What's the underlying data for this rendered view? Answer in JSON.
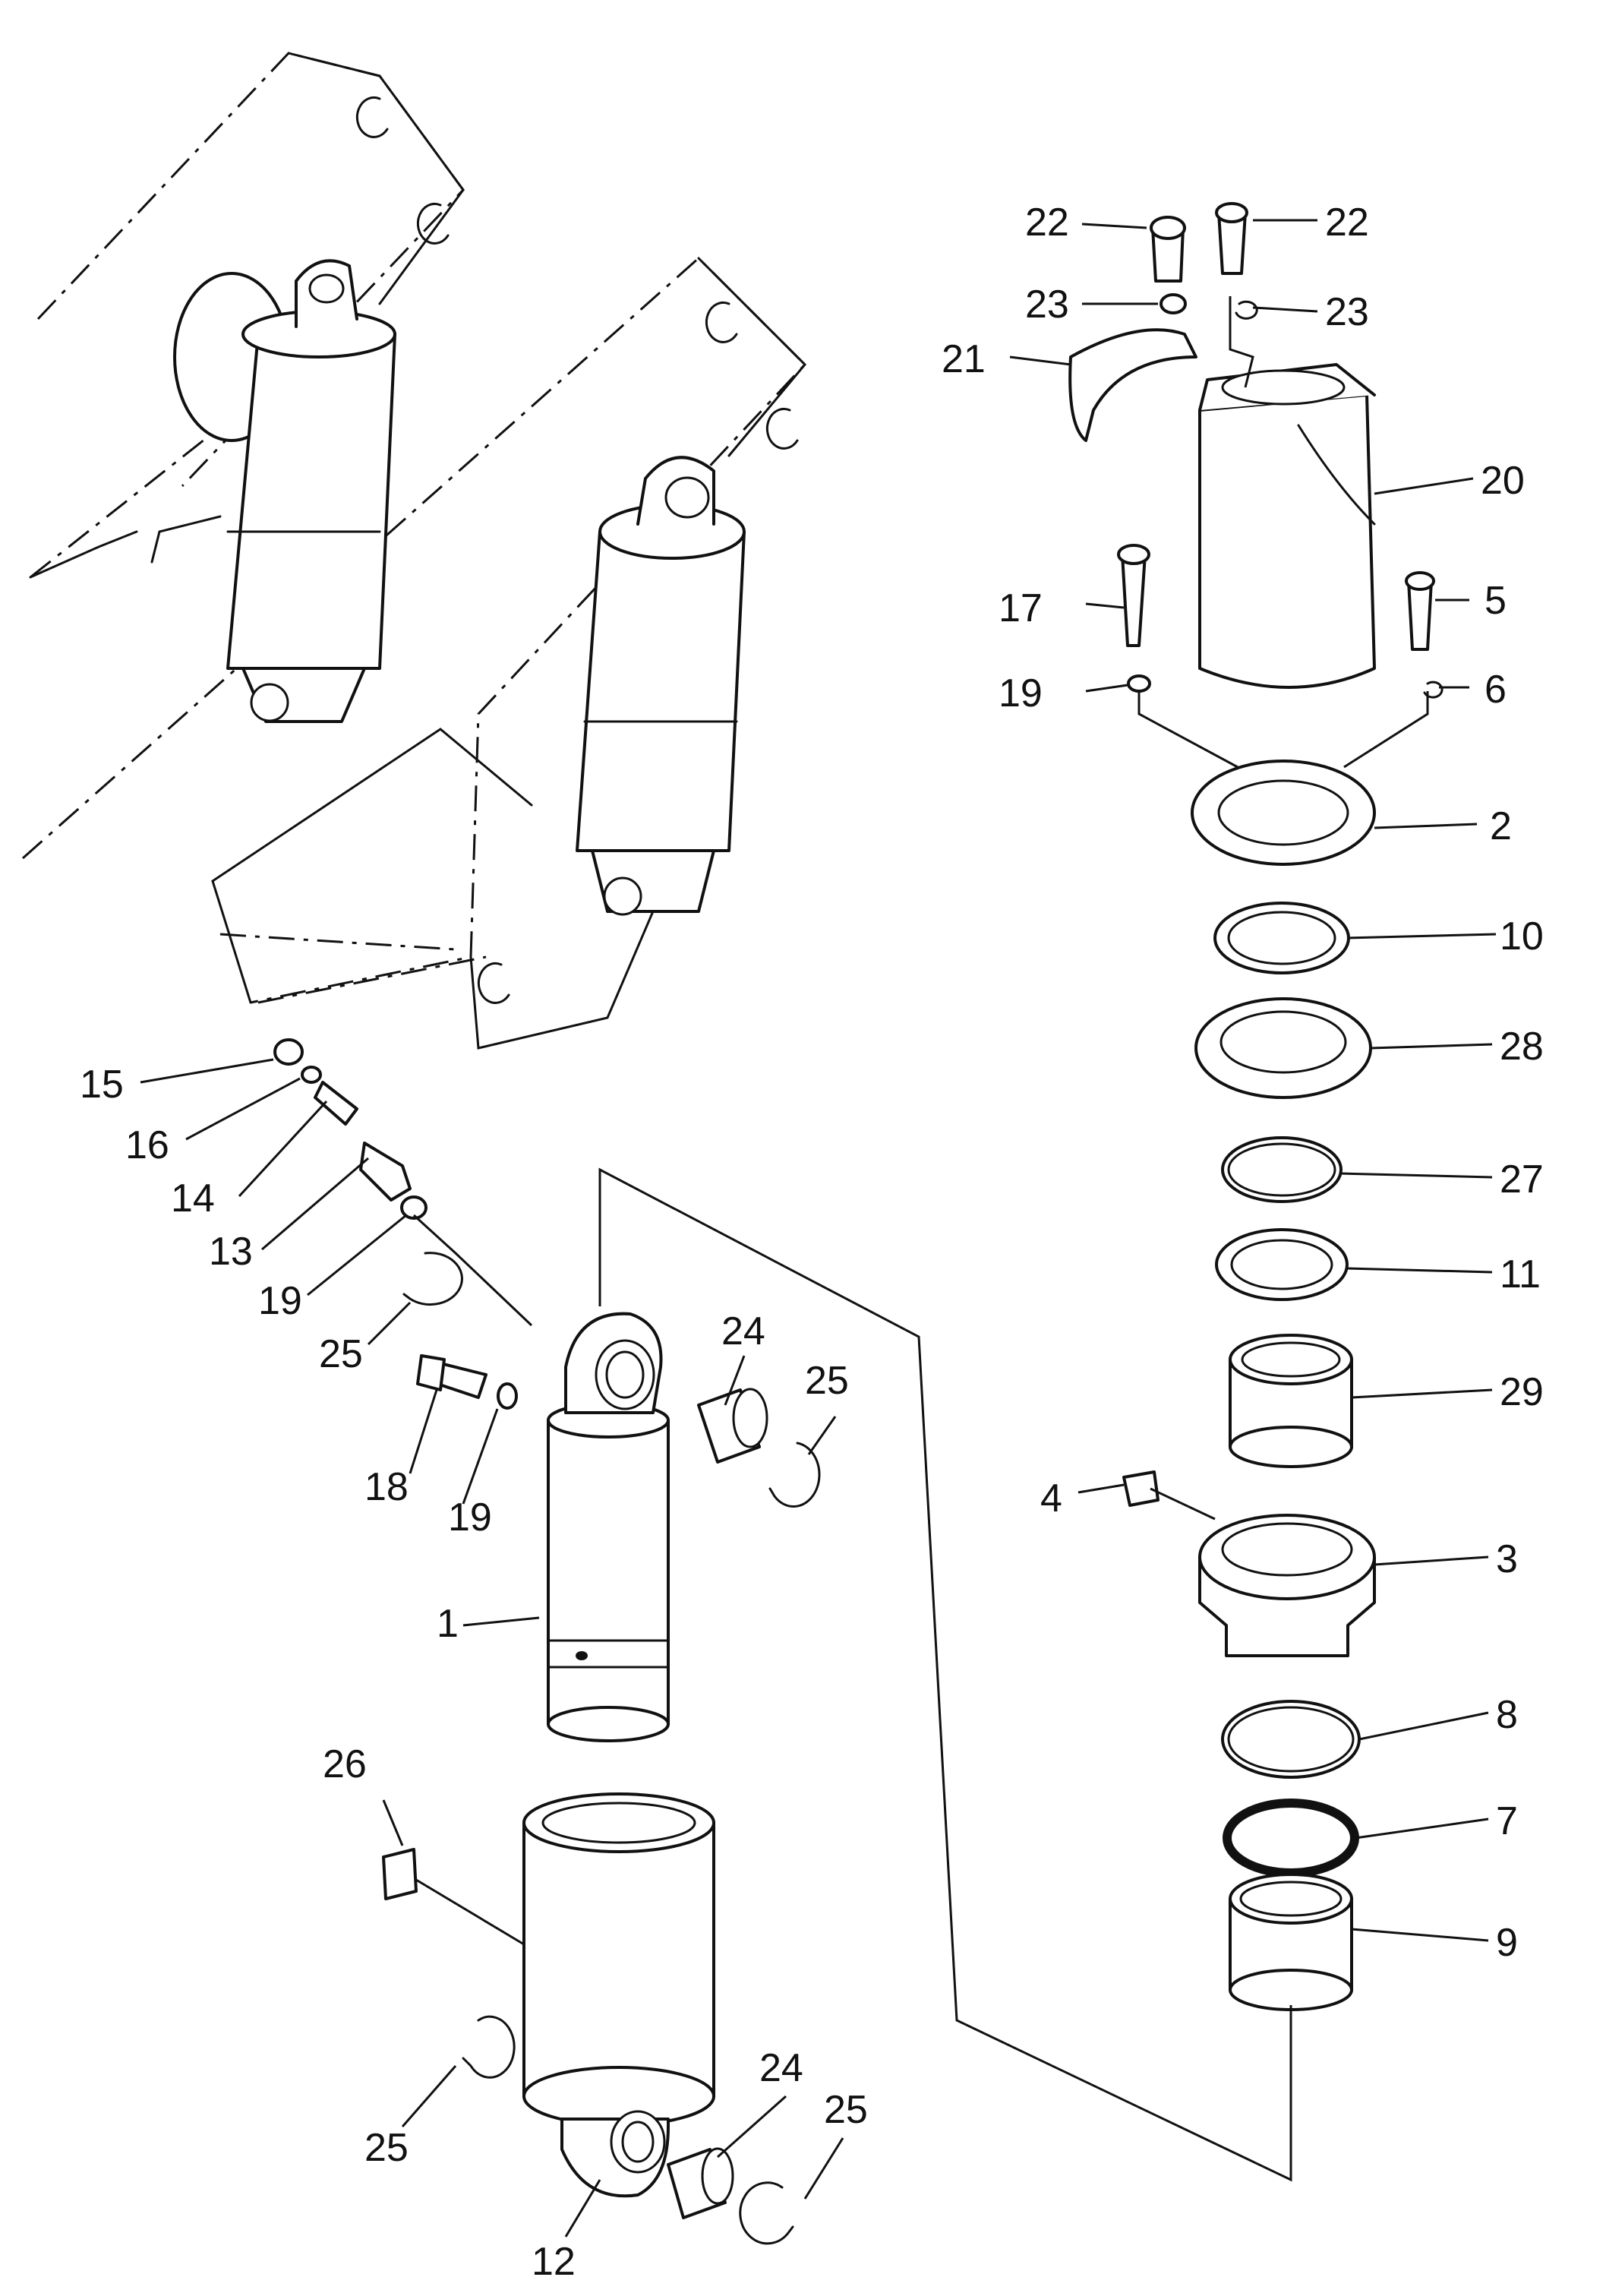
{
  "diagram": {
    "callouts": [
      "22",
      "22",
      "23",
      "23",
      "21",
      "20",
      "17",
      "5",
      "19",
      "6",
      "2",
      "10",
      "28",
      "27",
      "11",
      "29",
      "4",
      "3",
      "8",
      "7",
      "9",
      "15",
      "16",
      "14",
      "13",
      "19",
      "25",
      "24",
      "25",
      "18",
      "19",
      "1",
      "26",
      "25",
      "24",
      "25",
      "12"
    ]
  },
  "colors": {
    "line": "#111111",
    "background": "#ffffff"
  }
}
